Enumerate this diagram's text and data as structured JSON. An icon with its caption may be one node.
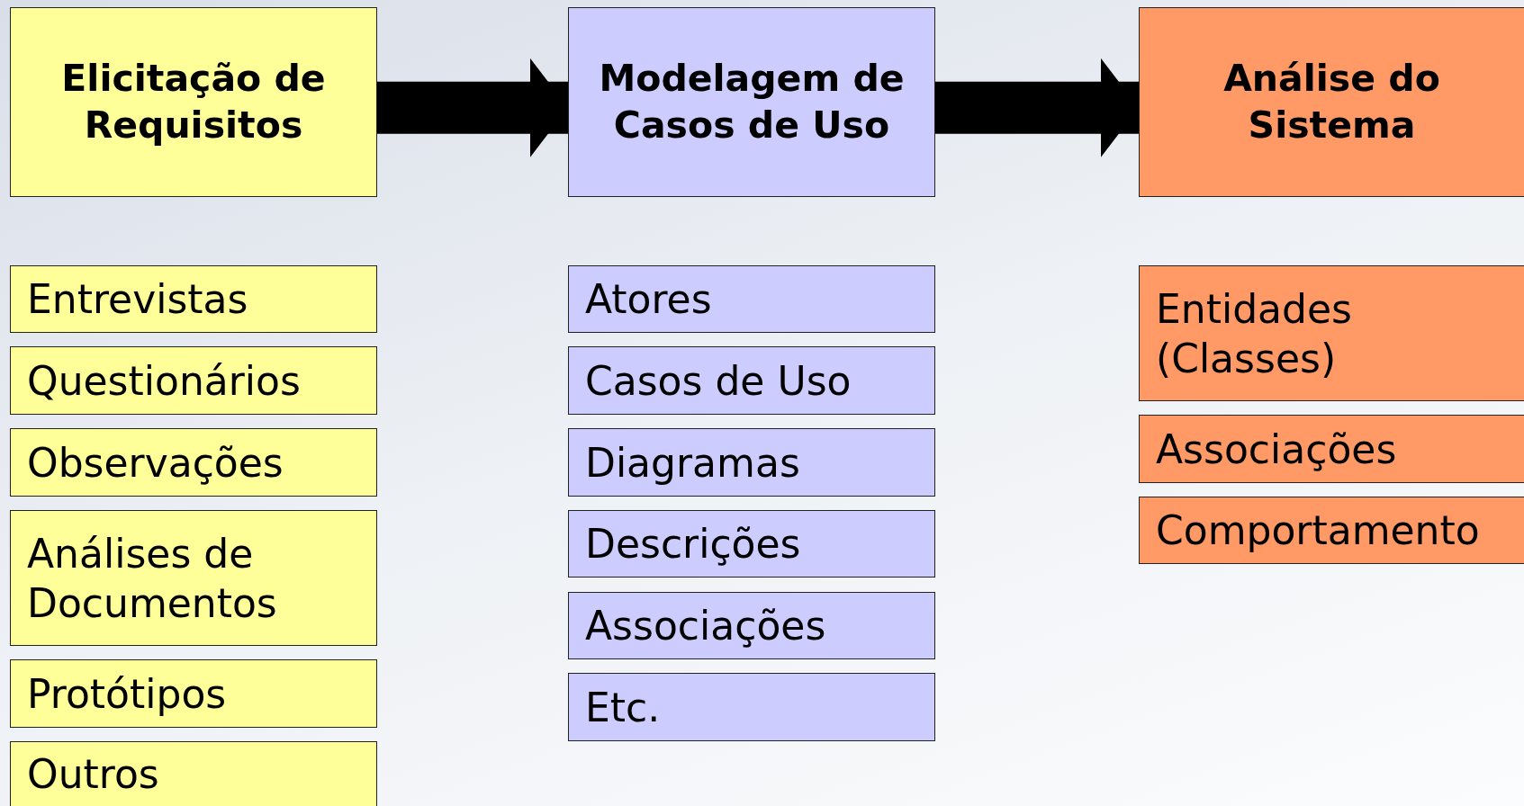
{
  "diagram": {
    "nodes": [
      {
        "text": [
          "Elicitação de Requisitos"
        ]
      },
      {
        "text": [
          "Modelagem de Casos de Uso"
        ]
      },
      {
        "text": [
          "Análise do Sistema"
        ]
      },
      {
        "text": [
          "Entrevistas"
        ]
      },
      {
        "text": [
          "Questionários"
        ]
      },
      {
        "text": [
          "Observações"
        ]
      },
      {
        "text": [
          "Análises de Documentos"
        ]
      },
      {
        "text": [
          "Protótipos"
        ]
      },
      {
        "text": [
          "Outros"
        ]
      },
      {
        "text": [
          "Atores"
        ]
      },
      {
        "text": [
          "Casos de Uso"
        ]
      },
      {
        "text": [
          "Diagramas"
        ]
      },
      {
        "text": [
          "Descrições"
        ]
      },
      {
        "text": [
          "Associações"
        ]
      },
      {
        "text": [
          "Etc."
        ]
      },
      {
        "text": [
          "Entidades (Classes)"
        ]
      },
      {
        "text": [
          "Associações"
        ]
      },
      {
        "text": [
          "Comportamento"
        ]
      }
    ],
    "edges": [
      {
        "from": 0,
        "to": 1,
        "arrow": "to"
      },
      {
        "from": 1,
        "to": 2,
        "arrow": "to"
      }
    ]
  }
}
